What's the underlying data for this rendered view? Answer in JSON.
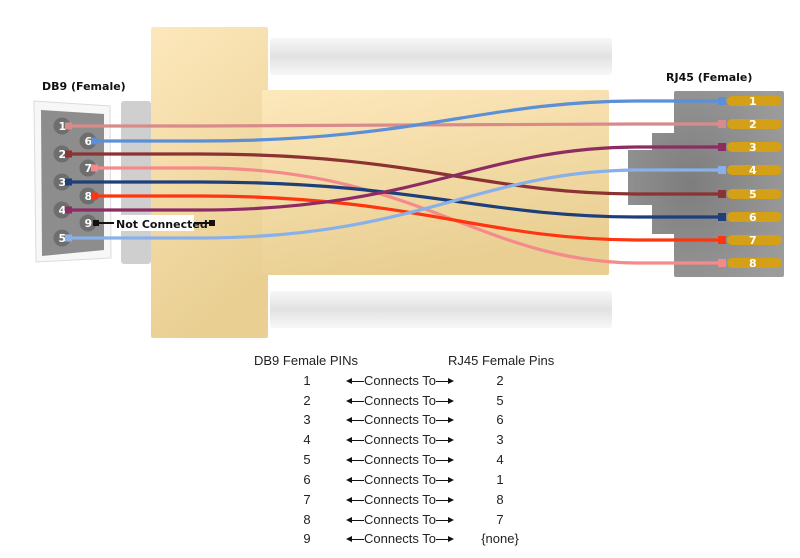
{
  "diagram": {
    "db9_title": "DB9 (Female)",
    "rj45_title": "RJ45 (Female)",
    "not_connected_label": "Not Connected",
    "db9_pins": [
      "1",
      "6",
      "2",
      "7",
      "3",
      "8",
      "4",
      "9",
      "5"
    ],
    "rj45_pins": [
      "1",
      "2",
      "3",
      "4",
      "5",
      "6",
      "7",
      "8"
    ],
    "wires": [
      {
        "db9": "1",
        "rj45": "2",
        "color": "#d98b8b"
      },
      {
        "db9": "6",
        "rj45": "1",
        "color": "#5b8fd6"
      },
      {
        "db9": "2",
        "rj45": "5",
        "color": "#8b3232"
      },
      {
        "db9": "7",
        "rj45": "8",
        "color": "#f58a8a"
      },
      {
        "db9": "3",
        "rj45": "6",
        "color": "#1f3f7a"
      },
      {
        "db9": "8",
        "rj45": "7",
        "color": "#ff3410"
      },
      {
        "db9": "4",
        "rj45": "3",
        "color": "#8c2c62"
      },
      {
        "db9": "5",
        "rj45": "4",
        "color": "#8ab0ea"
      }
    ],
    "colors": {
      "adapter_body": "#fbe6b8",
      "connector_gray": "#8f8f8f",
      "rj45_contact": "#d4a017",
      "db9_shell": "#8a8a8a"
    }
  },
  "table": {
    "header_db9": "DB9 Female PINs",
    "header_rj45": "RJ45 Female Pins",
    "connects_label": "Connects To",
    "rows": [
      {
        "db9": "1",
        "rj45": "2"
      },
      {
        "db9": "2",
        "rj45": "5"
      },
      {
        "db9": "3",
        "rj45": "6"
      },
      {
        "db9": "4",
        "rj45": "3"
      },
      {
        "db9": "5",
        "rj45": "4"
      },
      {
        "db9": "6",
        "rj45": "1"
      },
      {
        "db9": "7",
        "rj45": "8"
      },
      {
        "db9": "8",
        "rj45": "7"
      },
      {
        "db9": "9",
        "rj45": "{none}"
      }
    ]
  }
}
